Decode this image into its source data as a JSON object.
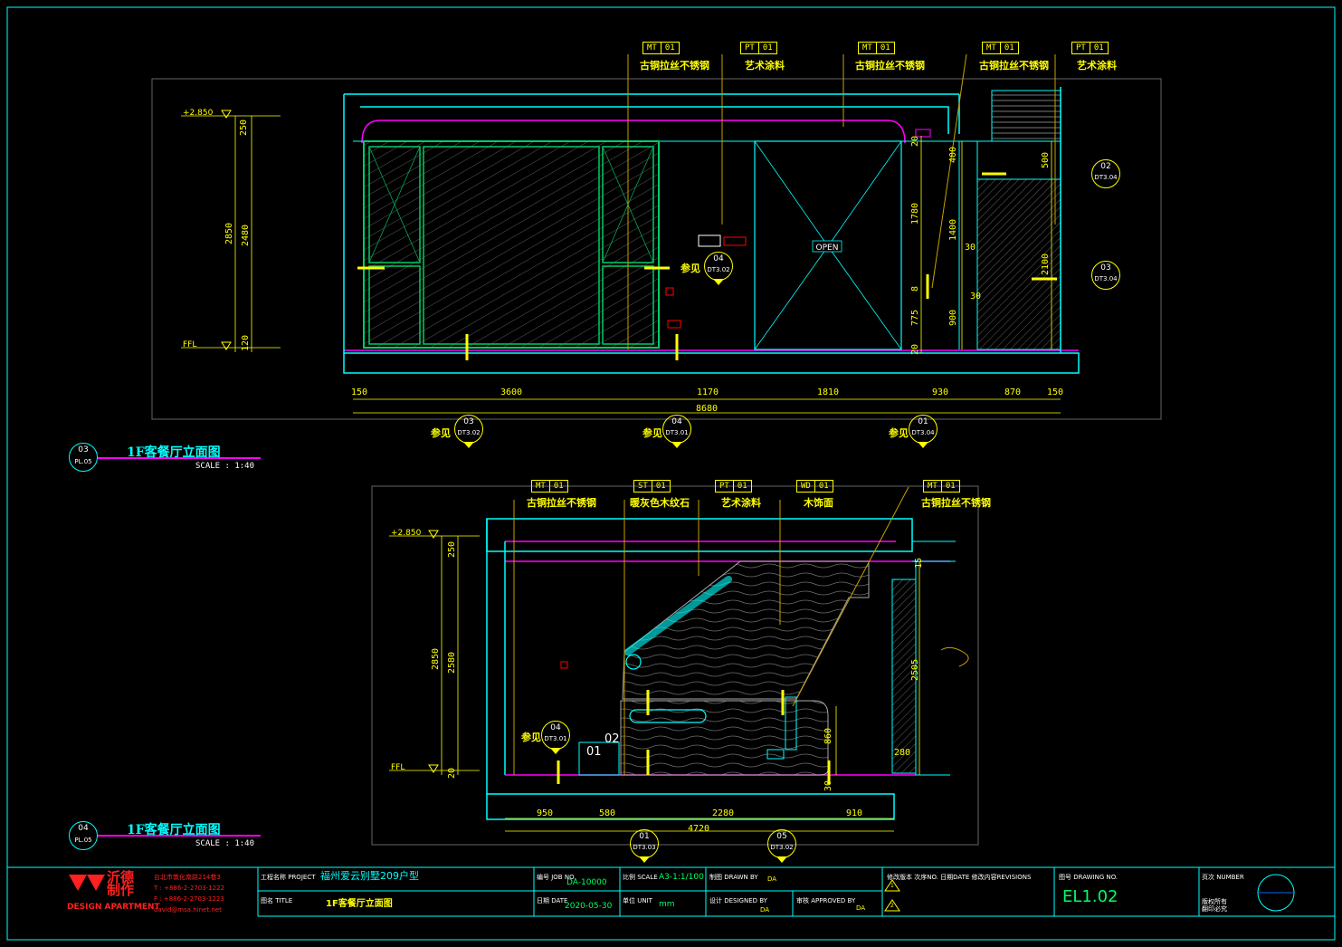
{
  "elev1": {
    "tags": [
      {
        "code": "MT",
        "num": "01",
        "label": "古铜拉丝不锈钢"
      },
      {
        "code": "PT",
        "num": "01",
        "label": "艺术涂料"
      },
      {
        "code": "MT",
        "num": "01",
        "label": "古铜拉丝不锈钢"
      },
      {
        "code": "MT",
        "num": "01",
        "label": "古铜拉丝不锈钢"
      },
      {
        "code": "PT",
        "num": "01",
        "label": "艺术涂料"
      }
    ],
    "level_top": "+2.850",
    "level_ffl": "FFL",
    "vdims_left": [
      "250",
      "2850",
      "2480",
      "120"
    ],
    "vdims_mid": [
      "20",
      "1780",
      "775",
      "20",
      "8"
    ],
    "vdims_right": [
      "400",
      "1400",
      "30",
      "900",
      "30"
    ],
    "vdims_far": [
      "500",
      "2100"
    ],
    "hdims": [
      "150",
      "3600",
      "1170",
      "1810",
      "930",
      "870",
      "150"
    ],
    "total": "8680",
    "open_label": "OPEN",
    "see": "参见",
    "callouts_bottom": [
      {
        "num": "03",
        "sheet": "DT3.02"
      },
      {
        "num": "04",
        "sheet": "DT3.01"
      },
      {
        "num": "01",
        "sheet": "DT3.04"
      }
    ],
    "callout_mid": {
      "num": "04",
      "sheet": "DT3.02"
    },
    "callouts_right": [
      {
        "num": "02",
        "sheet": "DT3.04"
      },
      {
        "num": "03",
        "sheet": "DT3.04"
      }
    ],
    "title": {
      "num": "03",
      "sheet": "PL.05",
      "text": "1F客餐厅立面图",
      "scale": "SCALE :  1:40"
    }
  },
  "elev2": {
    "tags": [
      {
        "code": "MT",
        "num": "01",
        "label": "古铜拉丝不锈钢"
      },
      {
        "code": "ST",
        "num": "01",
        "label": "暖灰色木纹石"
      },
      {
        "code": "PT",
        "num": "01",
        "label": "艺术涂料"
      },
      {
        "code": "WD",
        "num": "01",
        "label": "木饰面"
      },
      {
        "code": "MT",
        "num": "01",
        "label": "古铜拉丝不锈钢"
      }
    ],
    "level_top": "+2.850",
    "level_ffl": "FFL",
    "vdims_left": [
      "250",
      "2850",
      "2580",
      "20"
    ],
    "vdims_right": [
      "15",
      "2505",
      "280",
      "860",
      "30"
    ],
    "hdims": [
      "950",
      "580",
      "2280",
      "910"
    ],
    "total": "4720",
    "see": "参见",
    "marks": [
      "01",
      "02"
    ],
    "callout_left": {
      "num": "04",
      "sheet": "DT3.01"
    },
    "callouts_bottom": [
      {
        "num": "01",
        "sheet": "DT3.03"
      },
      {
        "num": "05",
        "sheet": "DT3.02"
      }
    ],
    "title": {
      "num": "04",
      "sheet": "PL.05",
      "text": "1F客餐厅立面图",
      "scale": "SCALE :  1:40"
    }
  },
  "titleblock": {
    "logo_cn": "沂德\n制作",
    "logo_en": "DESIGN APARTMENT",
    "address": "台北市敦化南路214巷3",
    "tel": "T : +886-2-2703-1222",
    "fax": "F : +886-2-2703-1223",
    "email": "david@msa.hinet.net",
    "project_label": "工程名称 PROJECT",
    "project_value": "福州爱云别墅209户型",
    "title_label": "图名 TITLE",
    "title_value": "1F客餐厅立面图",
    "job_label": "编号 JOB NO.",
    "job_value": "DA-10000",
    "date_label": "日期 DATE",
    "date_value": "2020-05-30",
    "scale_label": "比例 SCALE",
    "scale_value": "A3-1:1/100",
    "unit_label": "单位 UNIT",
    "unit_value": "mm",
    "drawn_label": "制图 DRAWN BY",
    "drawn_value": "DA",
    "designed_label": "设计 DESIGNED BY",
    "designed_value": "DA",
    "approved_label": "审核 APPROVED BY",
    "approved_value": "DA",
    "rev_label": "修改版本 次序NO. 日期DATE 修改内容REVISIONS",
    "rev_marks": [
      "1",
      "2"
    ],
    "drawing_label": "图号 DRAWING NO.",
    "drawing_value": "EL1.02",
    "number_label": "页次 NUMBER",
    "copyright": "版权所有\n翻印必究"
  },
  "colors": {
    "frame": "#00ffff",
    "wall": "#00ffff",
    "trim": "#ff00ff",
    "dim": "#ffff00",
    "leader": "#c8a000",
    "tag": "#ffff00",
    "glass": "#00cc66",
    "red": "#ff0000",
    "white": "#ffffff"
  }
}
